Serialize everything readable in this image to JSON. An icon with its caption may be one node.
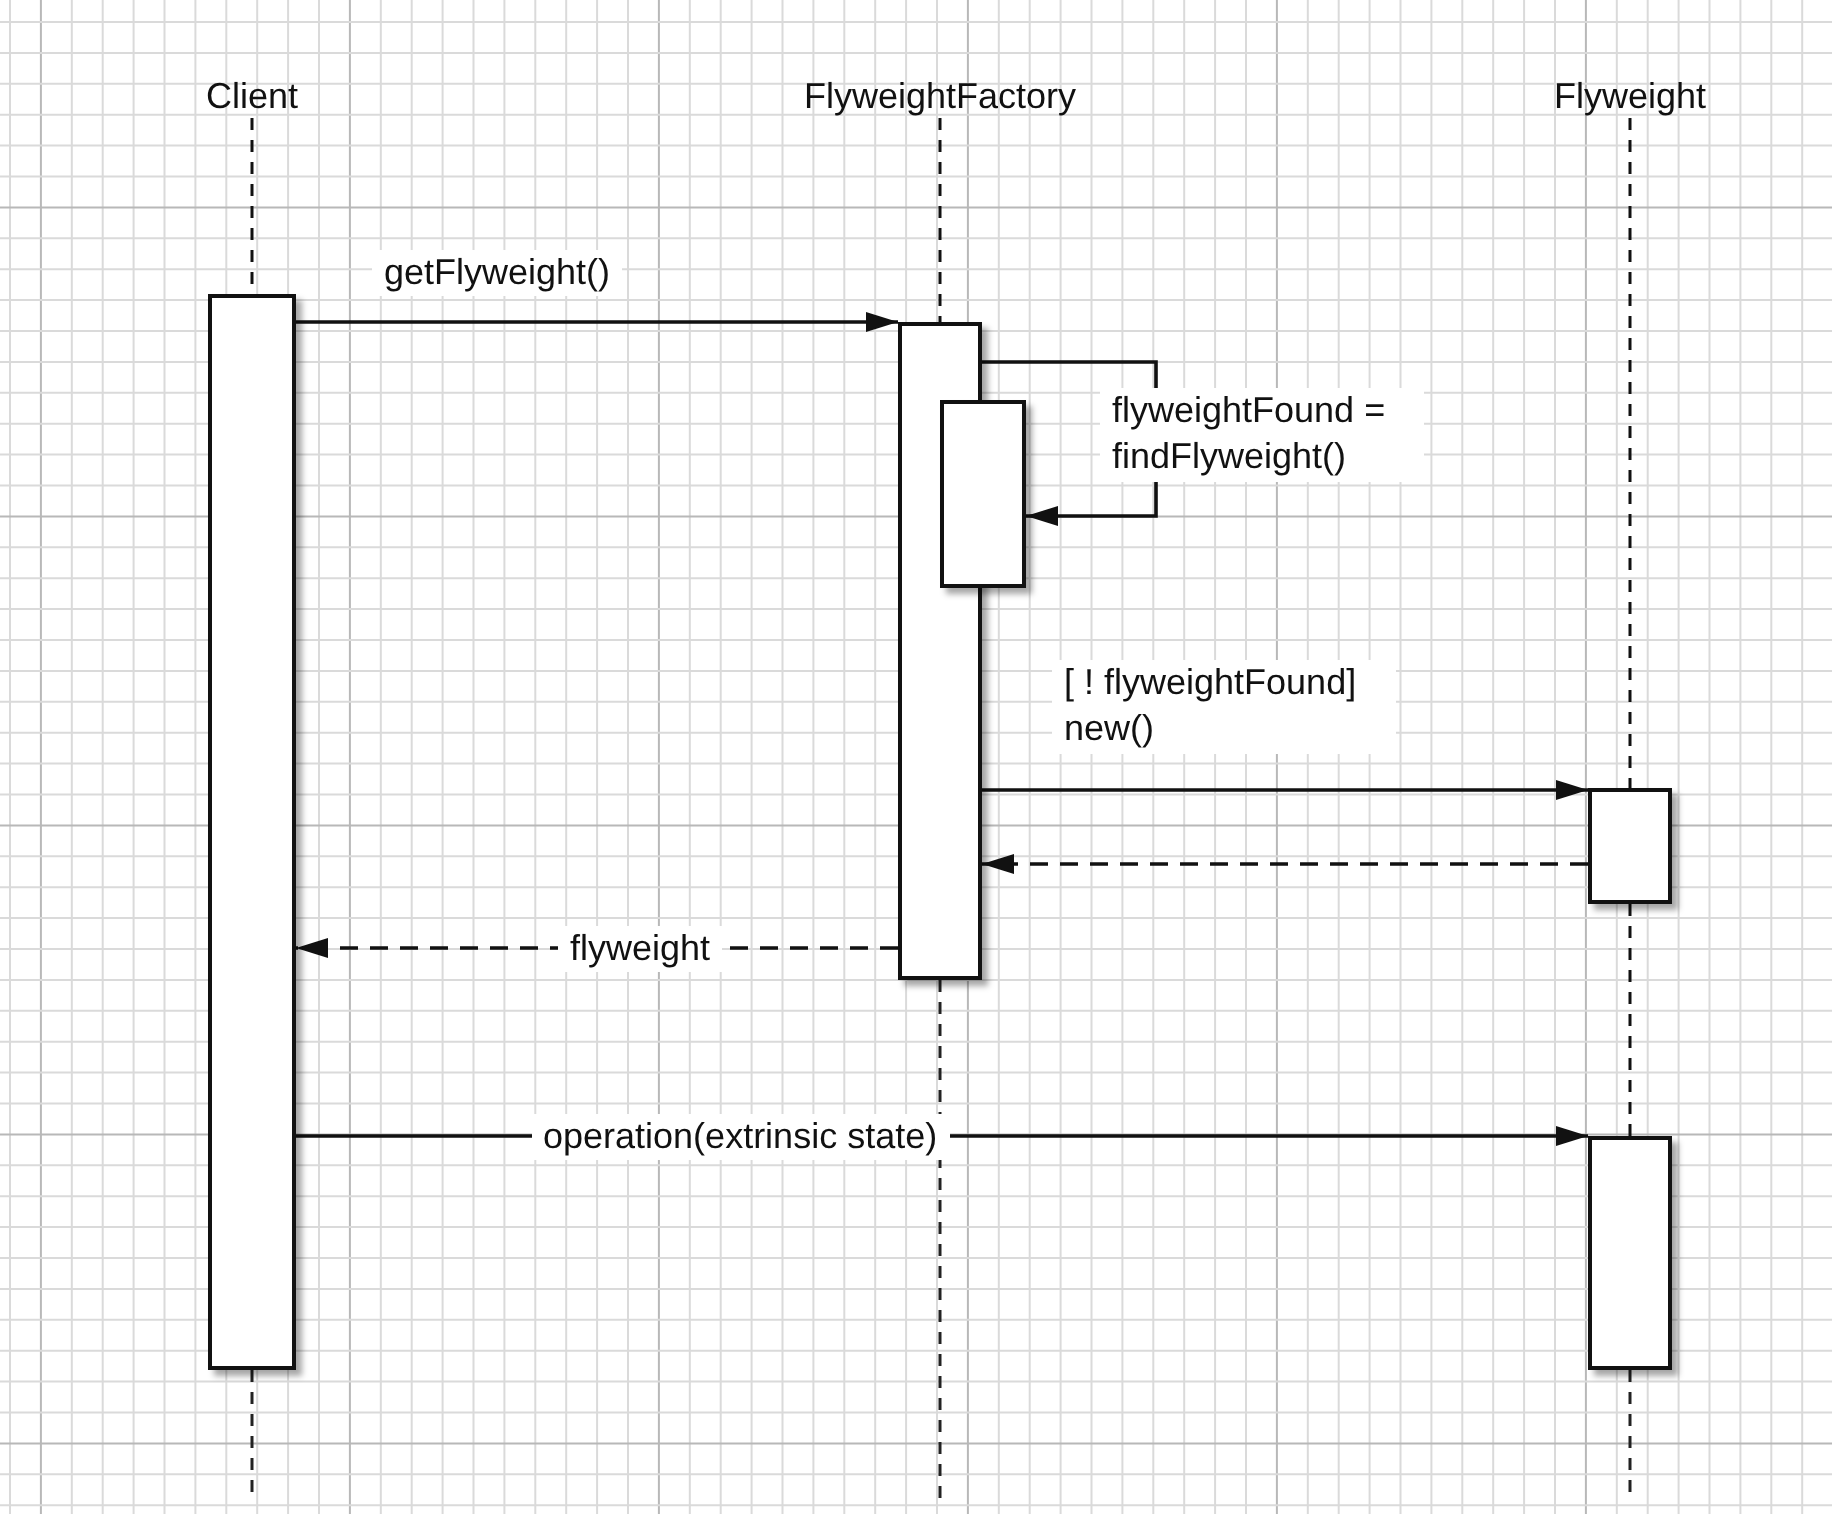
{
  "diagram": {
    "nodes": [
      {
        "text": [
          "Client"
        ]
      },
      {
        "text": [
          "FlyweightFactory"
        ]
      },
      {
        "text": [
          "Flyweight"
        ]
      },
      {
        "text": [],
        "shape": "bar"
      },
      {
        "text": [],
        "shape": "bar"
      },
      {
        "text": [],
        "shape": "bar"
      },
      {
        "text": [],
        "shape": "bar"
      },
      {
        "text": [],
        "shape": "bar"
      }
    ],
    "edges": [
      {
        "from": 3,
        "to": 4,
        "arrow": "to",
        "label": "getFlyweight()"
      },
      {
        "from": 4,
        "to": 5,
        "arrow": "to",
        "label": "flyweightFound = findFlyweight()"
      },
      {
        "from": 4,
        "to": 6,
        "arrow": "to",
        "label": "[ ! flyweightFound] new()"
      },
      {
        "from": 6,
        "to": 4,
        "arrow": "to",
        "style": "dashed"
      },
      {
        "from": 4,
        "to": 3,
        "arrow": "to",
        "style": "dashed",
        "label": "flyweight"
      },
      {
        "from": 3,
        "to": 7,
        "arrow": "to",
        "label": "operation(extrinsic state)"
      },
      {
        "from": 0,
        "to": 3,
        "arrow": "none",
        "style": "dashed"
      },
      {
        "from": 1,
        "to": 4,
        "arrow": "none",
        "style": "dashed"
      },
      {
        "from": 2,
        "to": 6,
        "arrow": "none",
        "style": "dashed"
      },
      {
        "from": 6,
        "to": 7,
        "arrow": "none",
        "style": "dashed"
      }
    ]
  }
}
